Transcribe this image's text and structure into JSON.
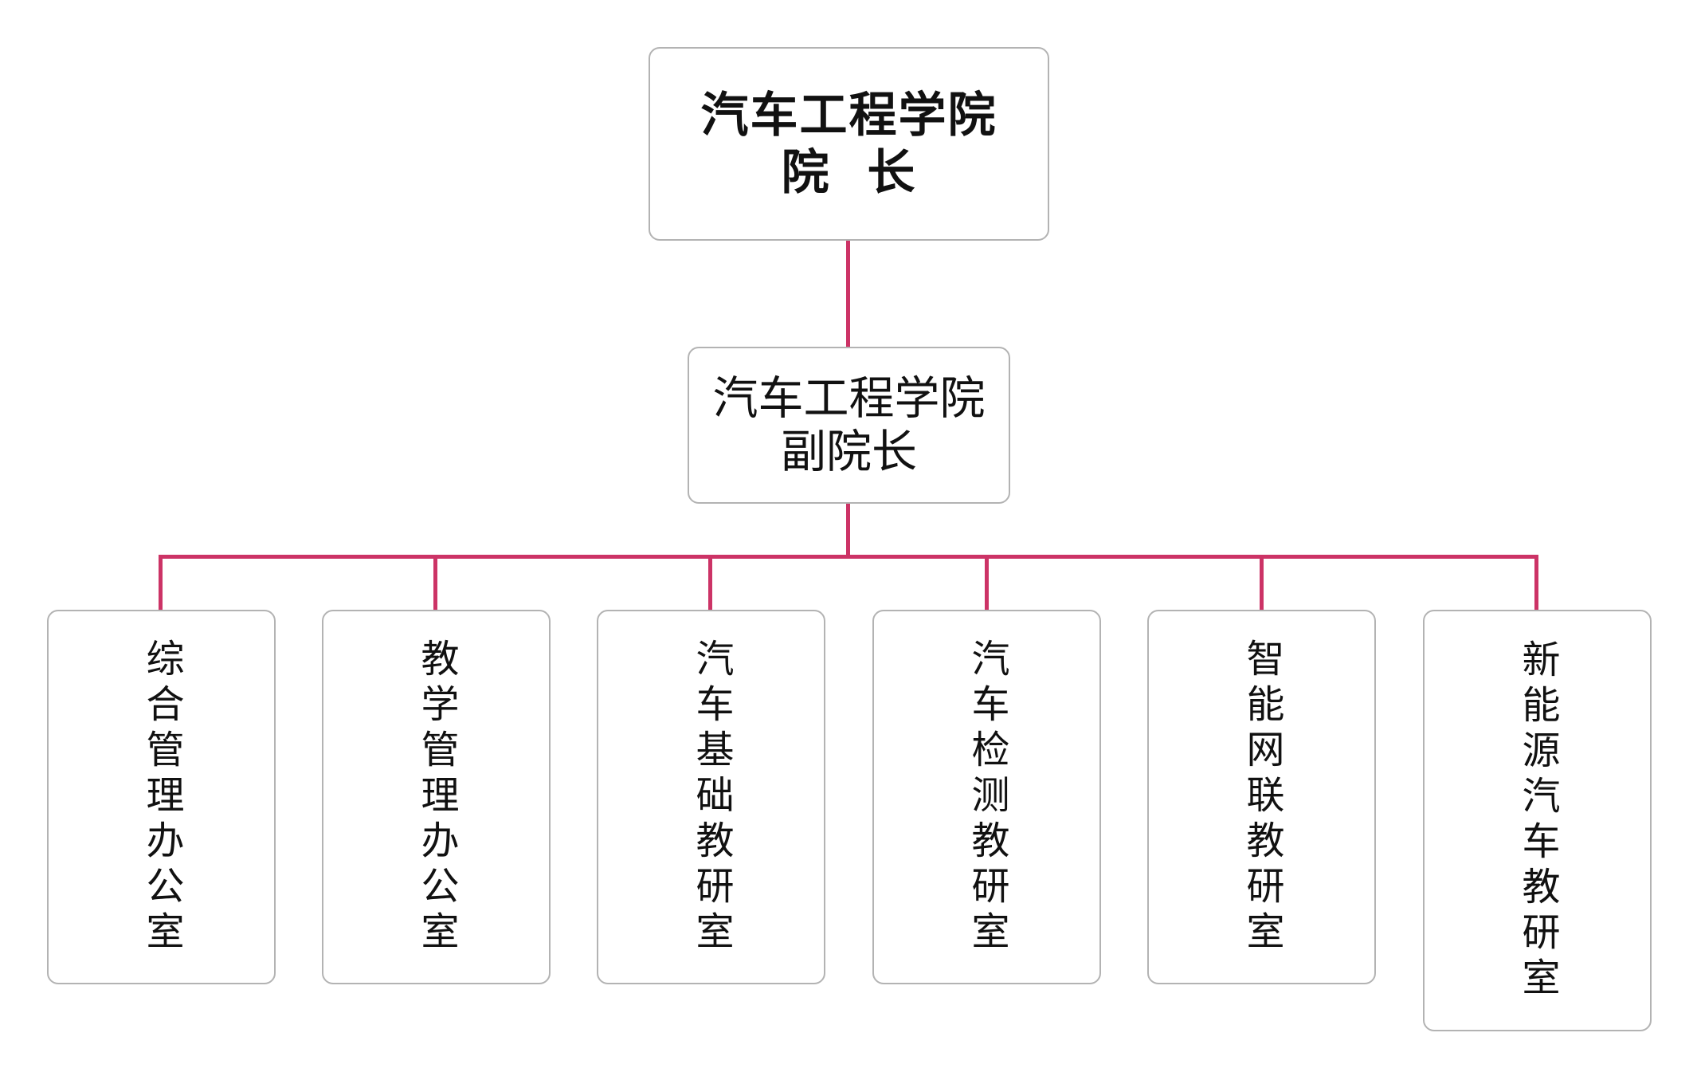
{
  "dean": {
    "line1": "汽车工程学院",
    "line2": "院  长"
  },
  "vice_dean": {
    "line1": "汽车工程学院",
    "line2": "副院长"
  },
  "departments": [
    {
      "name": "综合管理办公室"
    },
    {
      "name": "教学管理办公室"
    },
    {
      "name": "汽车基础教研室"
    },
    {
      "name": "汽车检测教研室"
    },
    {
      "name": "智能网联教研室"
    },
    {
      "name": "新能源汽车教研室"
    }
  ],
  "colors": {
    "connector": "#cc3366",
    "box_border": "#b3b3b3",
    "text": "#111111"
  }
}
